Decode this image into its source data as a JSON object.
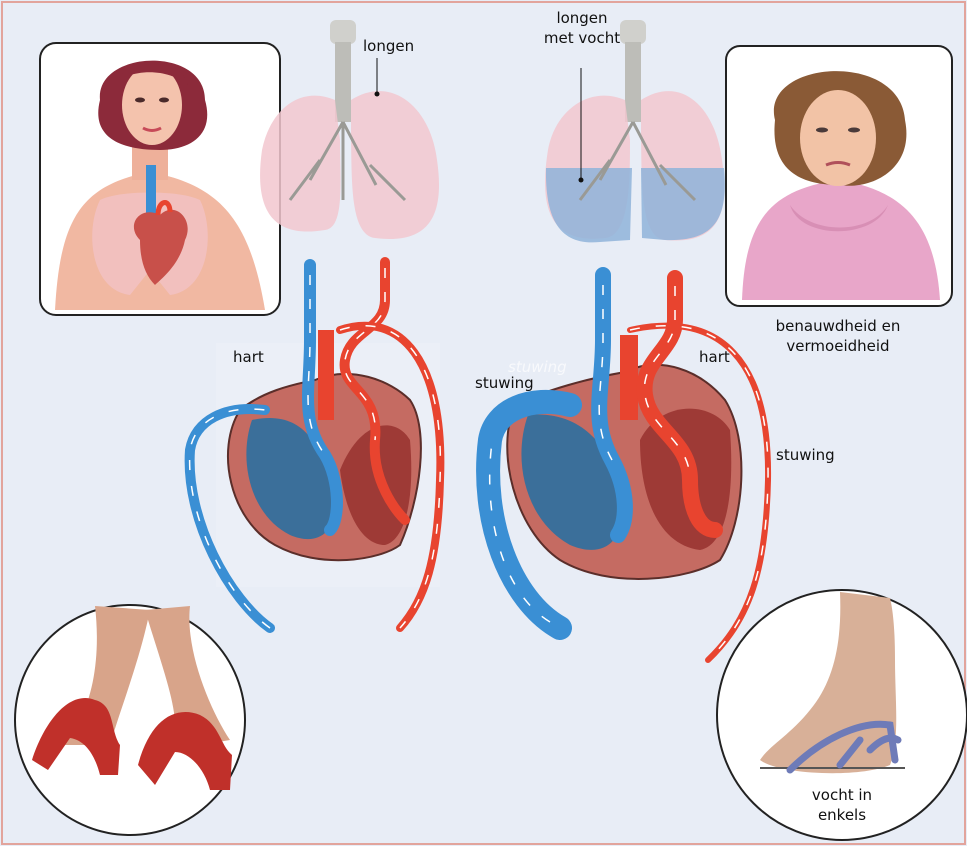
{
  "labels": {
    "lungs_healthy": "longen",
    "lungs_fluid_line1": "longen",
    "lungs_fluid_line2": "met vocht",
    "heart_left": "hart",
    "heart_right": "hart",
    "congestion_left": "stuwing",
    "congestion_right": "stuwing",
    "congestion_faint": "stuwing",
    "symptoms_line1": "benauwdheid en",
    "symptoms_line2": "vermoeidheid",
    "ankles_line1": "vocht in",
    "ankles_line2": "enkels"
  },
  "colors": {
    "background": "#e8edf6",
    "blood_venous": "#3a8fd4",
    "blood_arterial": "#e8442f",
    "lung_tissue": "#f2c7cf",
    "fluid": "#8fb3d9",
    "frame_border": "#e2a49c"
  }
}
